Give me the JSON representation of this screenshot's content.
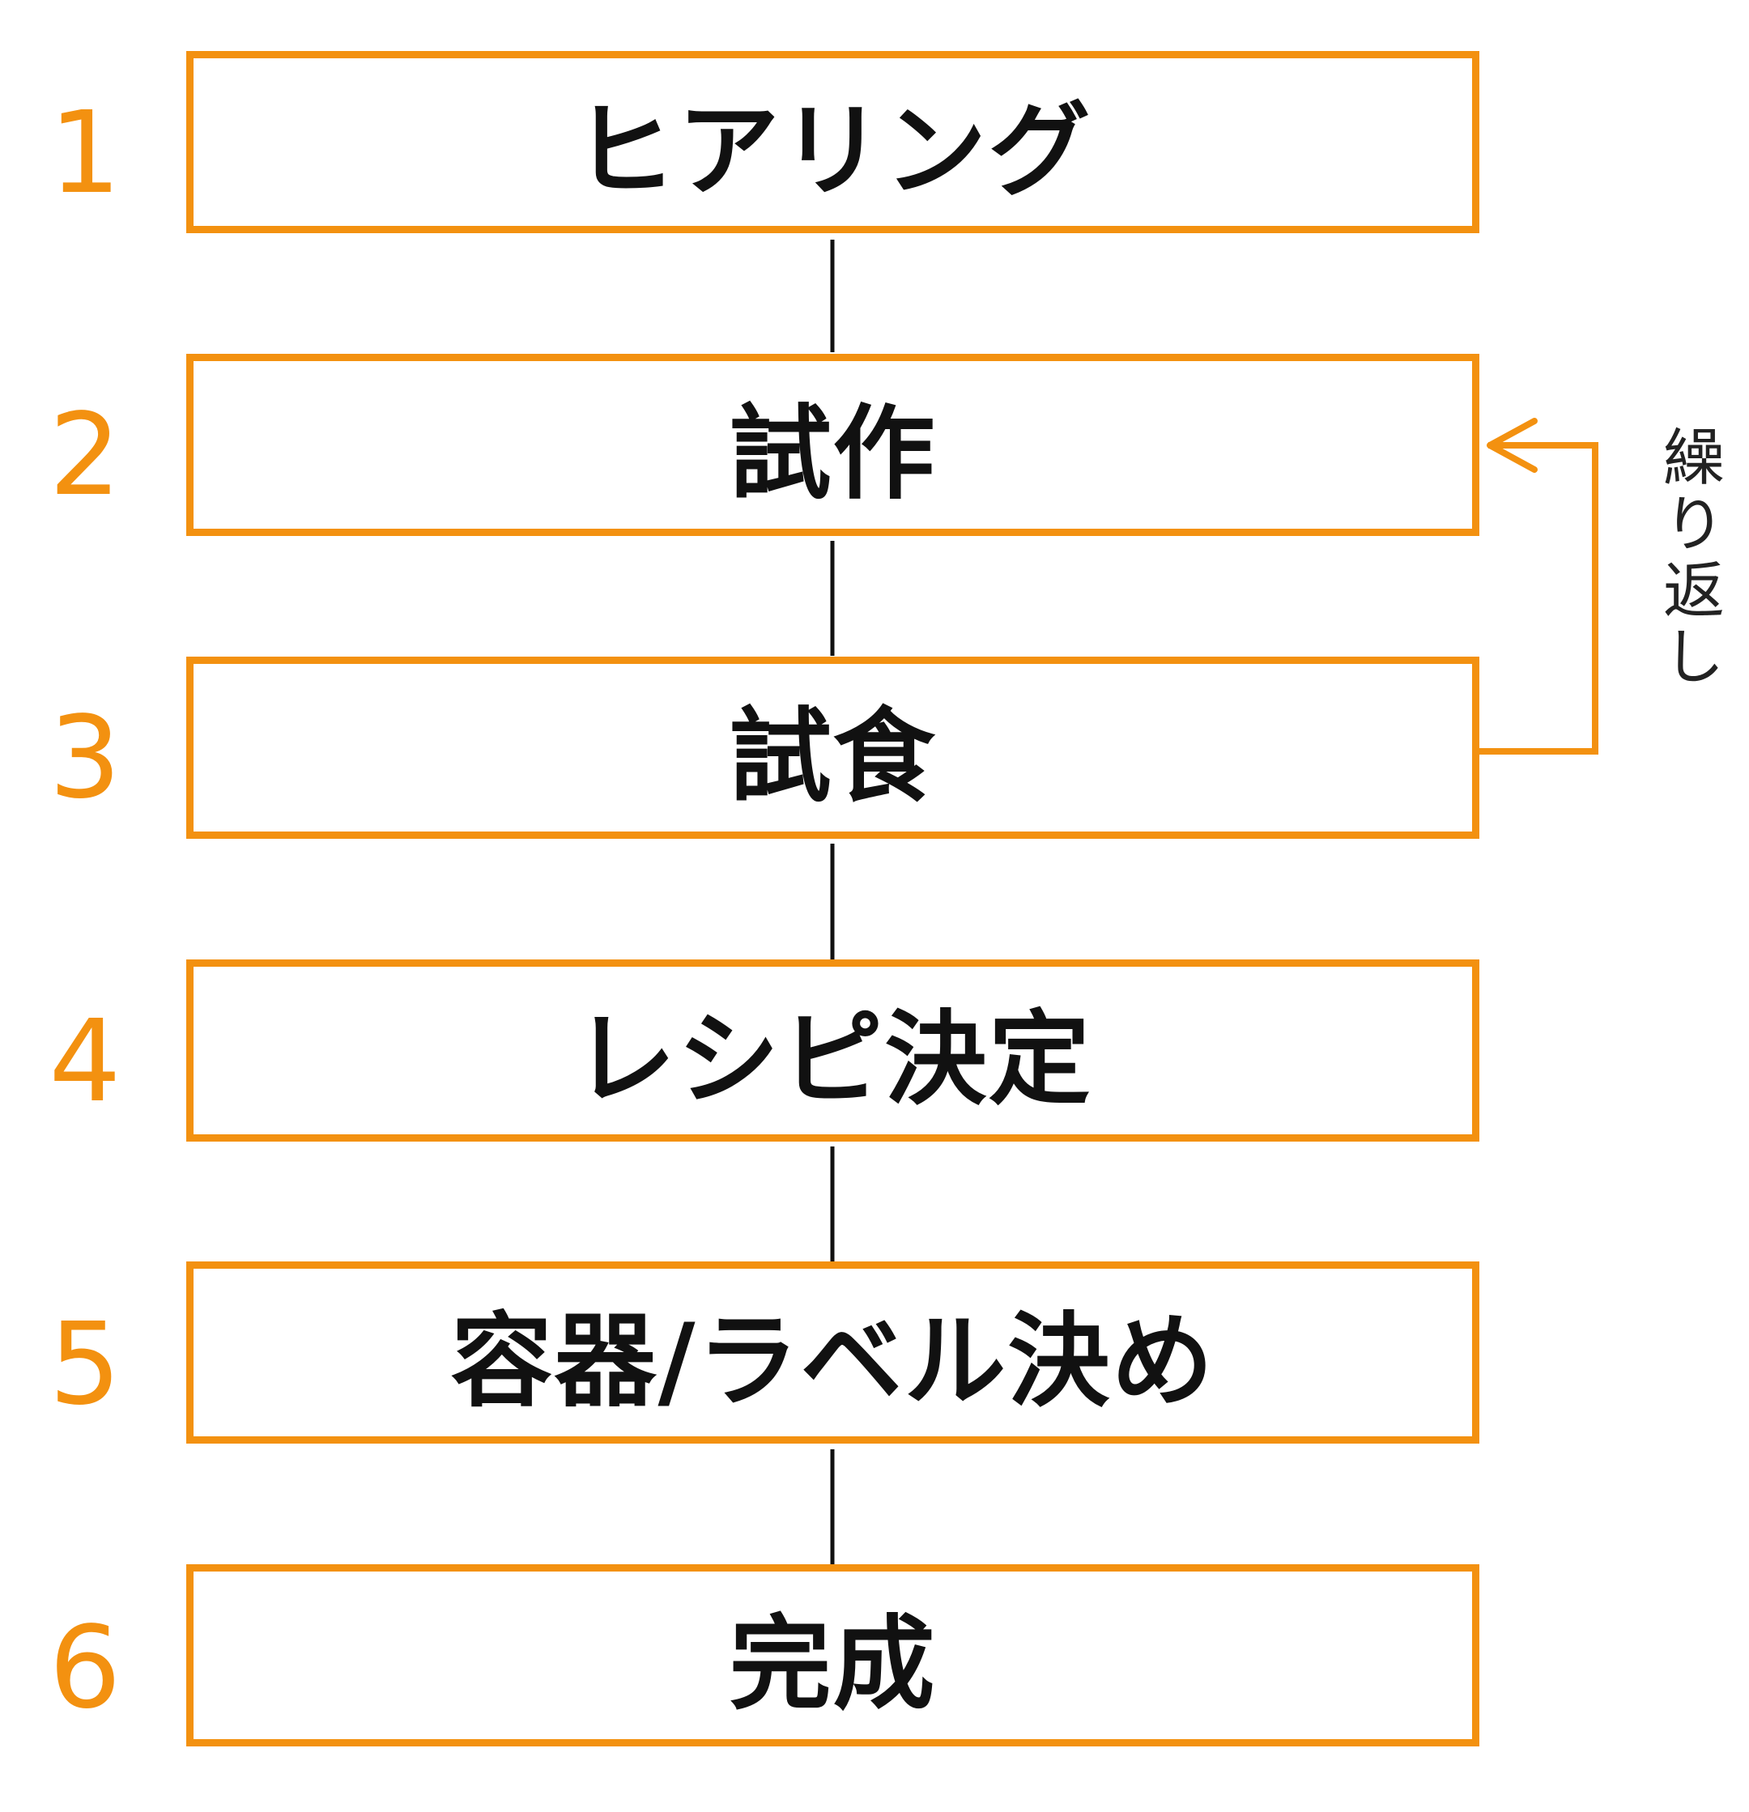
{
  "steps": [
    {
      "number": "1",
      "label": "ヒアリング"
    },
    {
      "number": "2",
      "label": "試作"
    },
    {
      "number": "3",
      "label": "試食"
    },
    {
      "number": "4",
      "label": "レシピ決定"
    },
    {
      "number": "5",
      "label": "容器/ラベル決め"
    },
    {
      "number": "6",
      "label": "完成"
    }
  ],
  "loop": {
    "label": "繰り返し",
    "from_step": 3,
    "to_step": 2
  },
  "colors": {
    "accent": "#F39110",
    "connector": "#111111",
    "text": "#111111"
  }
}
